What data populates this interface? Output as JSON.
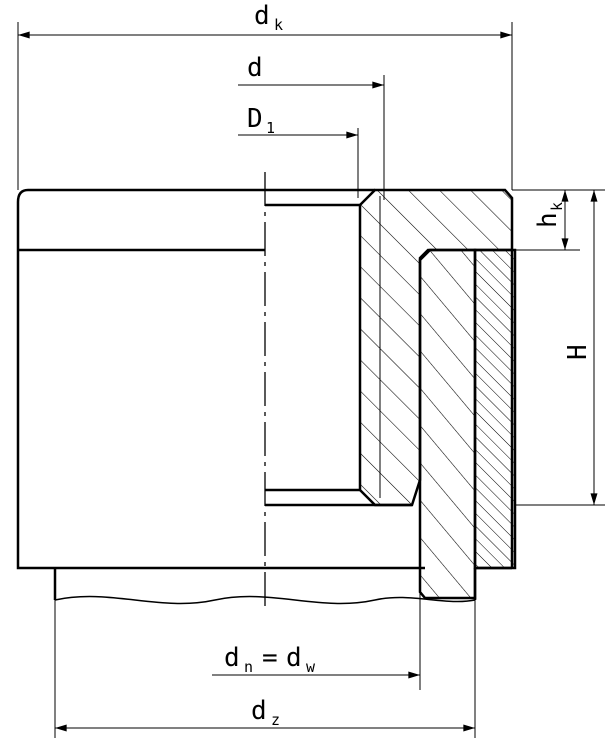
{
  "labels": {
    "dk": {
      "main": "d",
      "sub": "k"
    },
    "d": {
      "main": "d"
    },
    "D1": {
      "main": "D",
      "sub": "1"
    },
    "hk": {
      "main": "h",
      "sub": "k"
    },
    "H": {
      "main": "H"
    },
    "dn_dw": {
      "main1": "d",
      "sub1": "n",
      "eq": "=",
      "main2": "d",
      "sub2": "w"
    },
    "dz": {
      "main": "d",
      "sub": "z"
    }
  },
  "colors": {
    "line": "#000000",
    "background": "#ffffff"
  }
}
